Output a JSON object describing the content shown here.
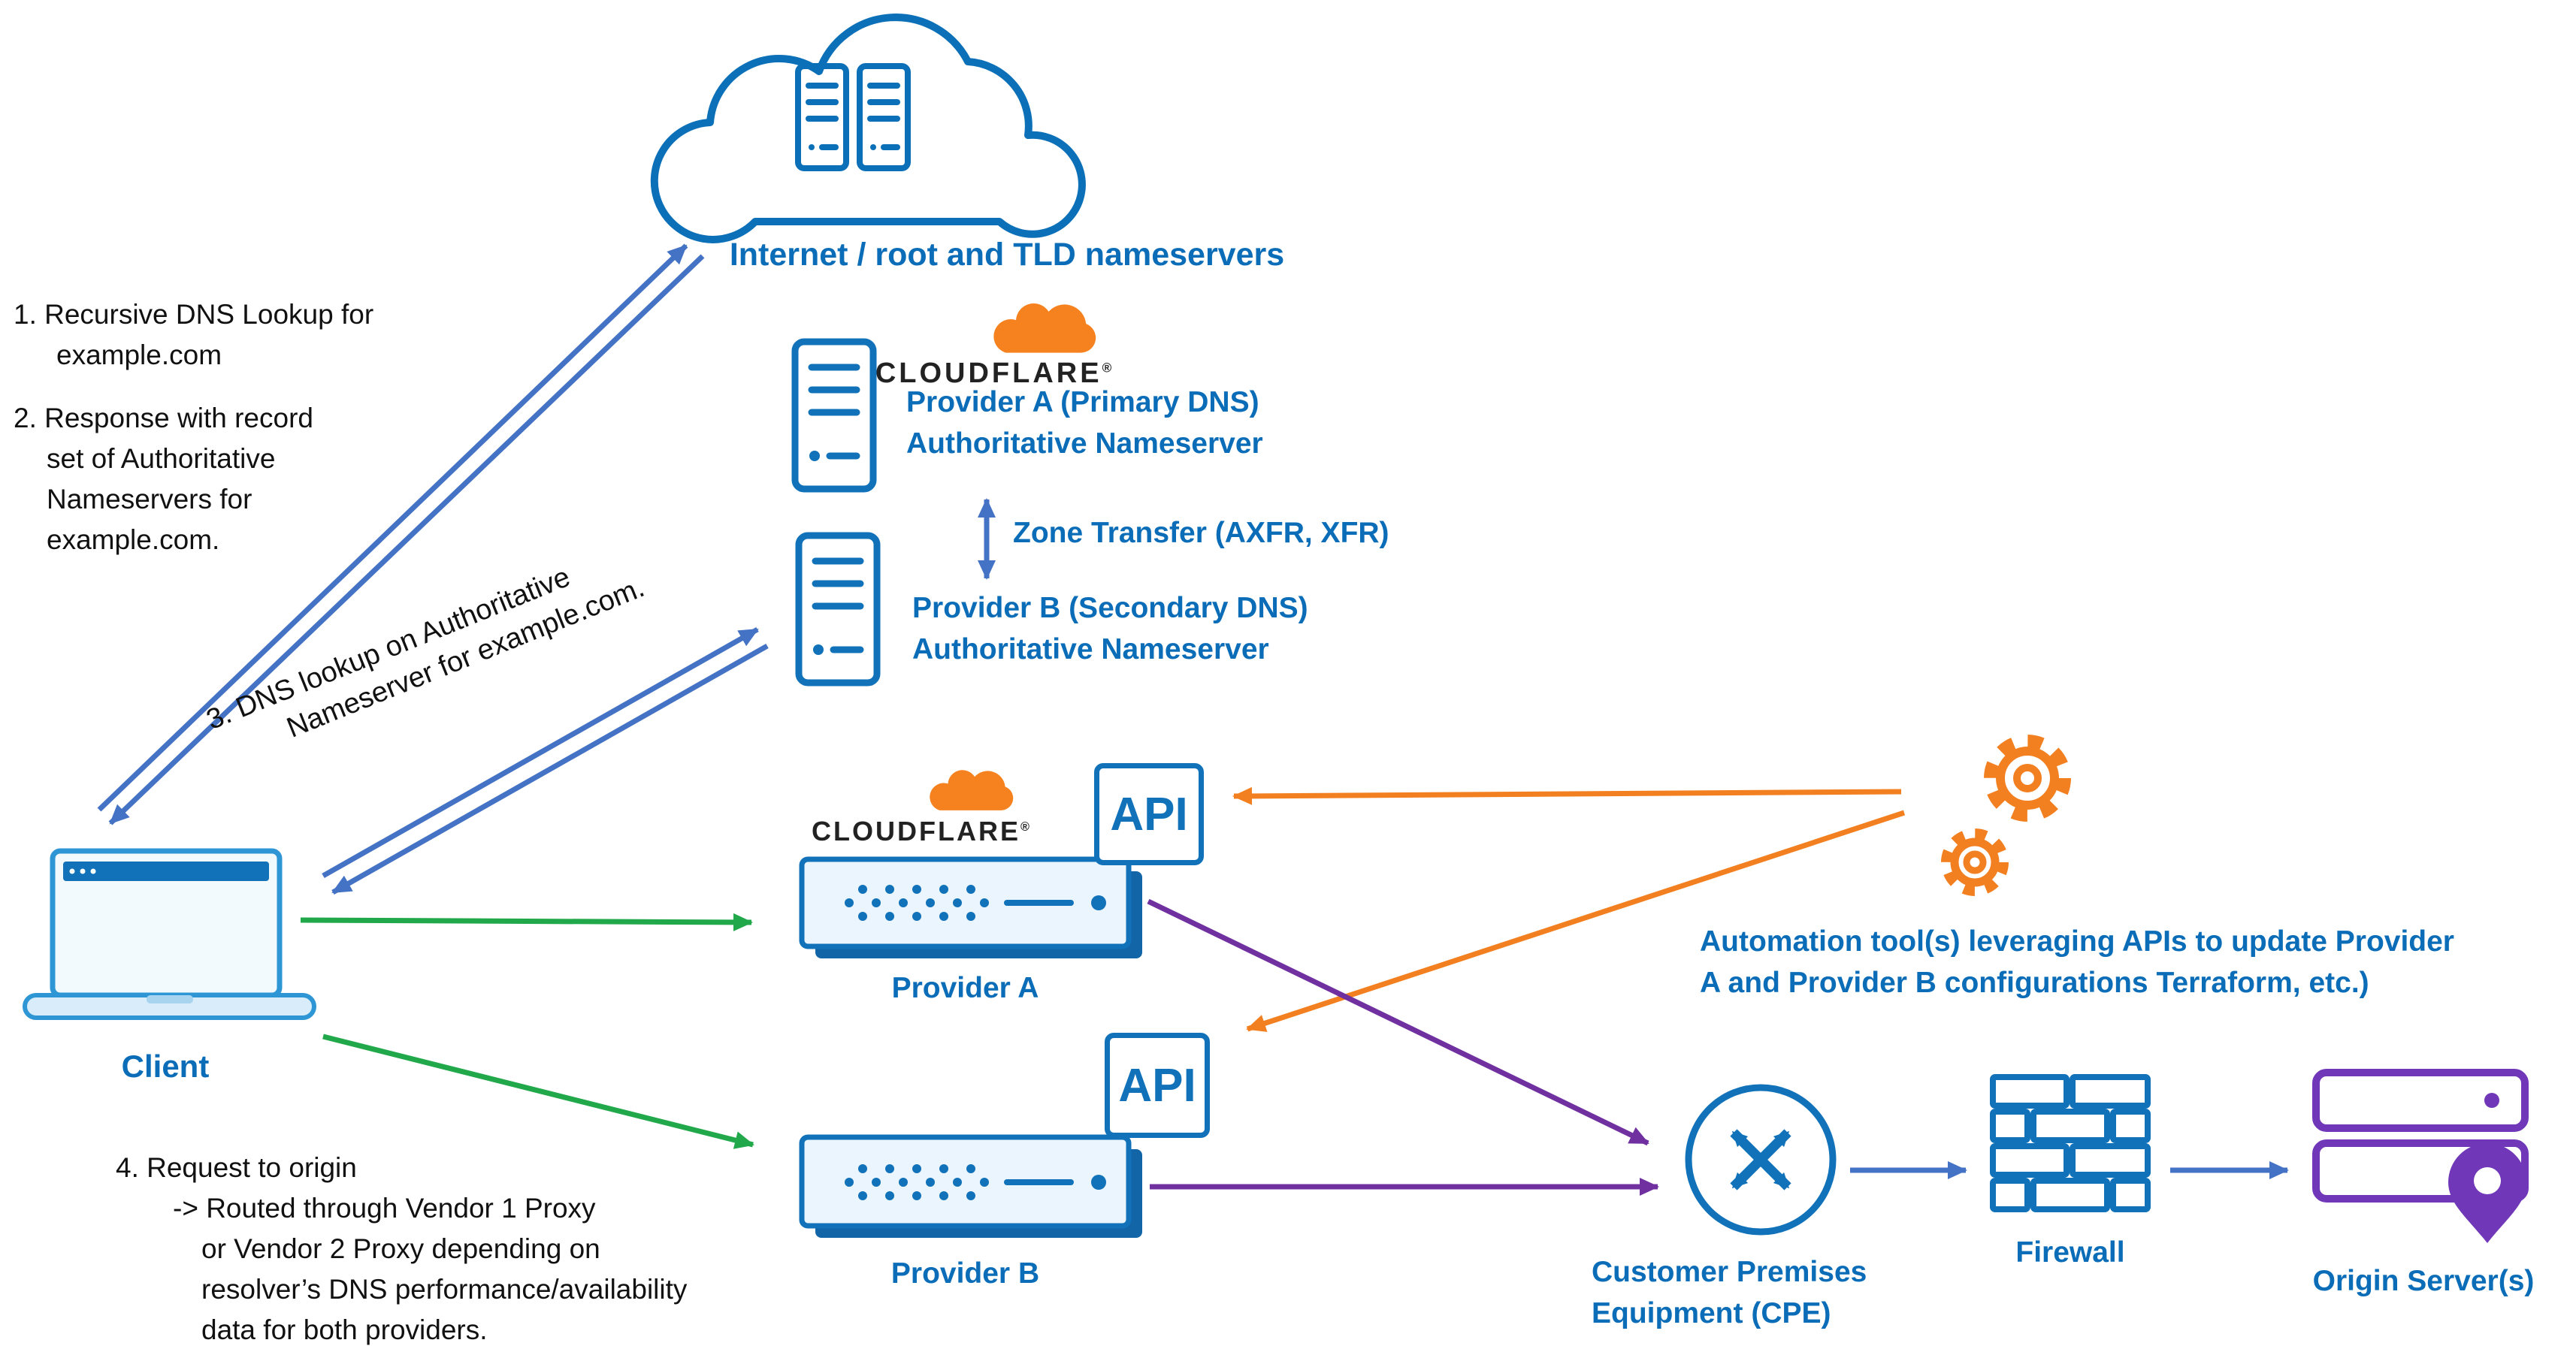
{
  "colors": {
    "icon_blue": "#1172BA",
    "label_blue": "#0B6DB7",
    "arrow_blue": "#4472C4",
    "green": "#21A84A",
    "orange": "#F38020",
    "purple": "#7030A0",
    "origin_purple": "#7038B8",
    "black": "#111111"
  },
  "internet": {
    "label": "Internet / root and TLD nameservers"
  },
  "notes": {
    "step1": [
      "1. Recursive DNS Lookup for",
      "example.com"
    ],
    "step2": [
      "2. Response with record",
      "set of Authoritative",
      "Nameservers for",
      "example.com."
    ],
    "step3": [
      "3. DNS lookup on Authoritative",
      "Nameserver for example.com."
    ],
    "step4": [
      "4. Request to origin",
      "->  Routed through Vendor 1 Proxy",
      "or Vendor 2 Proxy depending on",
      "resolver’s DNS performance/availability",
      "data for both providers."
    ]
  },
  "cloudflare": {
    "wordmark": "CLOUDFLARE",
    "regmark": "®"
  },
  "nameservers": {
    "provider_a": {
      "line1": "Provider A  (Primary DNS)",
      "line2": "Authoritative Nameserver"
    },
    "provider_b": {
      "line1": "Provider B  (Secondary DNS)",
      "line2": "Authoritative Nameserver"
    },
    "zone_transfer": "Zone Transfer (AXFR, XFR)"
  },
  "client": {
    "label": "Client"
  },
  "proxies": {
    "provider_a": "Provider A",
    "provider_b": "Provider B",
    "api": "API"
  },
  "automation": {
    "lines": [
      "Automation tool(s)  leveraging APIs to update Provider",
      "A and Provider B configurations Terraform, etc.)"
    ]
  },
  "cpe": {
    "lines": [
      "Customer Premises",
      "Equipment (CPE)"
    ]
  },
  "firewall": {
    "label": "Firewall"
  },
  "origin": {
    "label": "Origin Server(s)"
  }
}
